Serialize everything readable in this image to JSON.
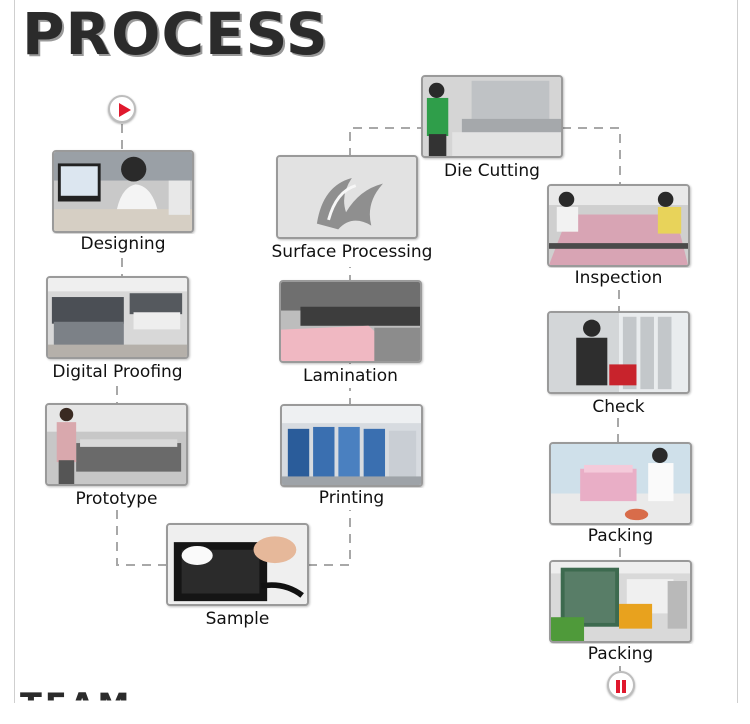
{
  "header": {
    "title": "PROCESS",
    "next_section_partial": "TEAM"
  },
  "icons": {
    "start": "play-icon",
    "end": "pause-icon"
  },
  "colors": {
    "accent": "#e0182d",
    "connector": "#a8a8a8",
    "border": "#9a9a9a"
  },
  "steps": [
    {
      "id": "designing",
      "label": "Designing"
    },
    {
      "id": "digital-proofing",
      "label": "Digital Proofing"
    },
    {
      "id": "prototype",
      "label": "Prototype"
    },
    {
      "id": "sample",
      "label": "Sample"
    },
    {
      "id": "printing",
      "label": "Printing"
    },
    {
      "id": "lamination",
      "label": "Lamination"
    },
    {
      "id": "surface-processing",
      "label": "Surface Processing"
    },
    {
      "id": "die-cutting",
      "label": "Die Cutting"
    },
    {
      "id": "inspection",
      "label": "Inspection"
    },
    {
      "id": "check",
      "label": "Check"
    },
    {
      "id": "packing-1",
      "label": "Packing"
    },
    {
      "id": "packing-2",
      "label": "Packing"
    }
  ]
}
